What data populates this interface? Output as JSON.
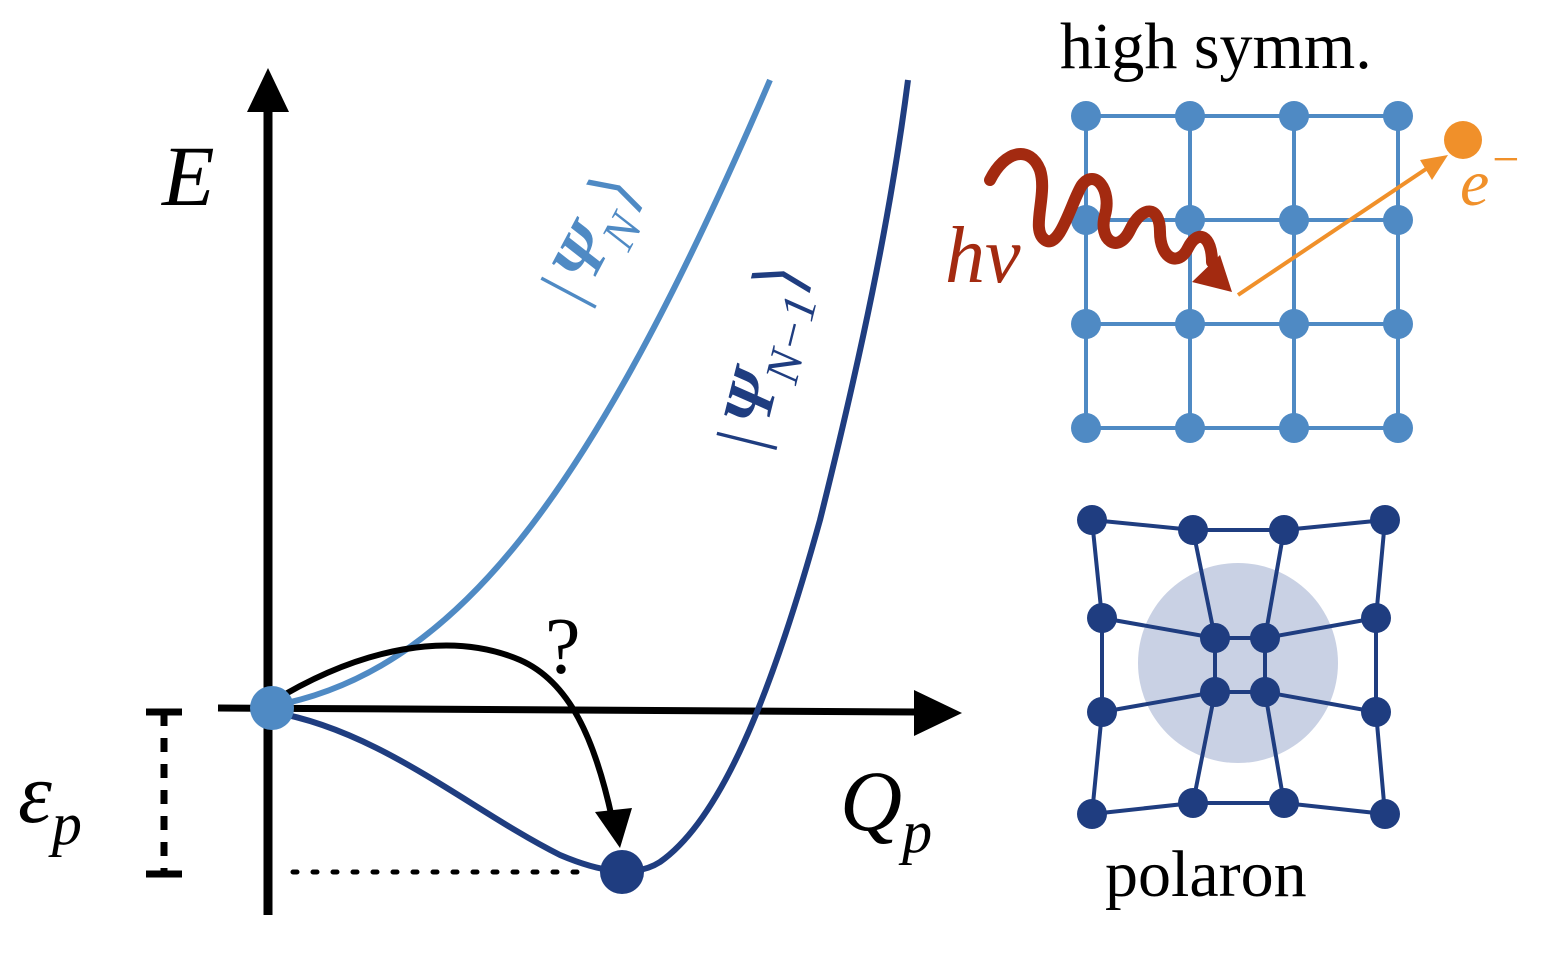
{
  "axes": {
    "y_label": "E",
    "x_label": "Q",
    "x_label_sub": "p"
  },
  "states": {
    "upper": {
      "psi": "Ψ",
      "sub": "N",
      "color": "#4f8ac4"
    },
    "lower": {
      "psi": "Ψ",
      "sub": "N−1",
      "color": "#1f3d80"
    }
  },
  "energy": {
    "symbol": "ε",
    "sub": "p"
  },
  "transition_mark": "?",
  "lattice_top": {
    "title": "high symm.",
    "color": "#4f8ac4"
  },
  "lattice_bottom": {
    "title": "polaron",
    "color": "#1f3d80",
    "cloud_color": "#c9d1e4"
  },
  "photon": {
    "h": "h",
    "nu": "ν",
    "color": "#a32a10"
  },
  "electron": {
    "base": "e",
    "sup": "−",
    "color": "#f0902a"
  }
}
